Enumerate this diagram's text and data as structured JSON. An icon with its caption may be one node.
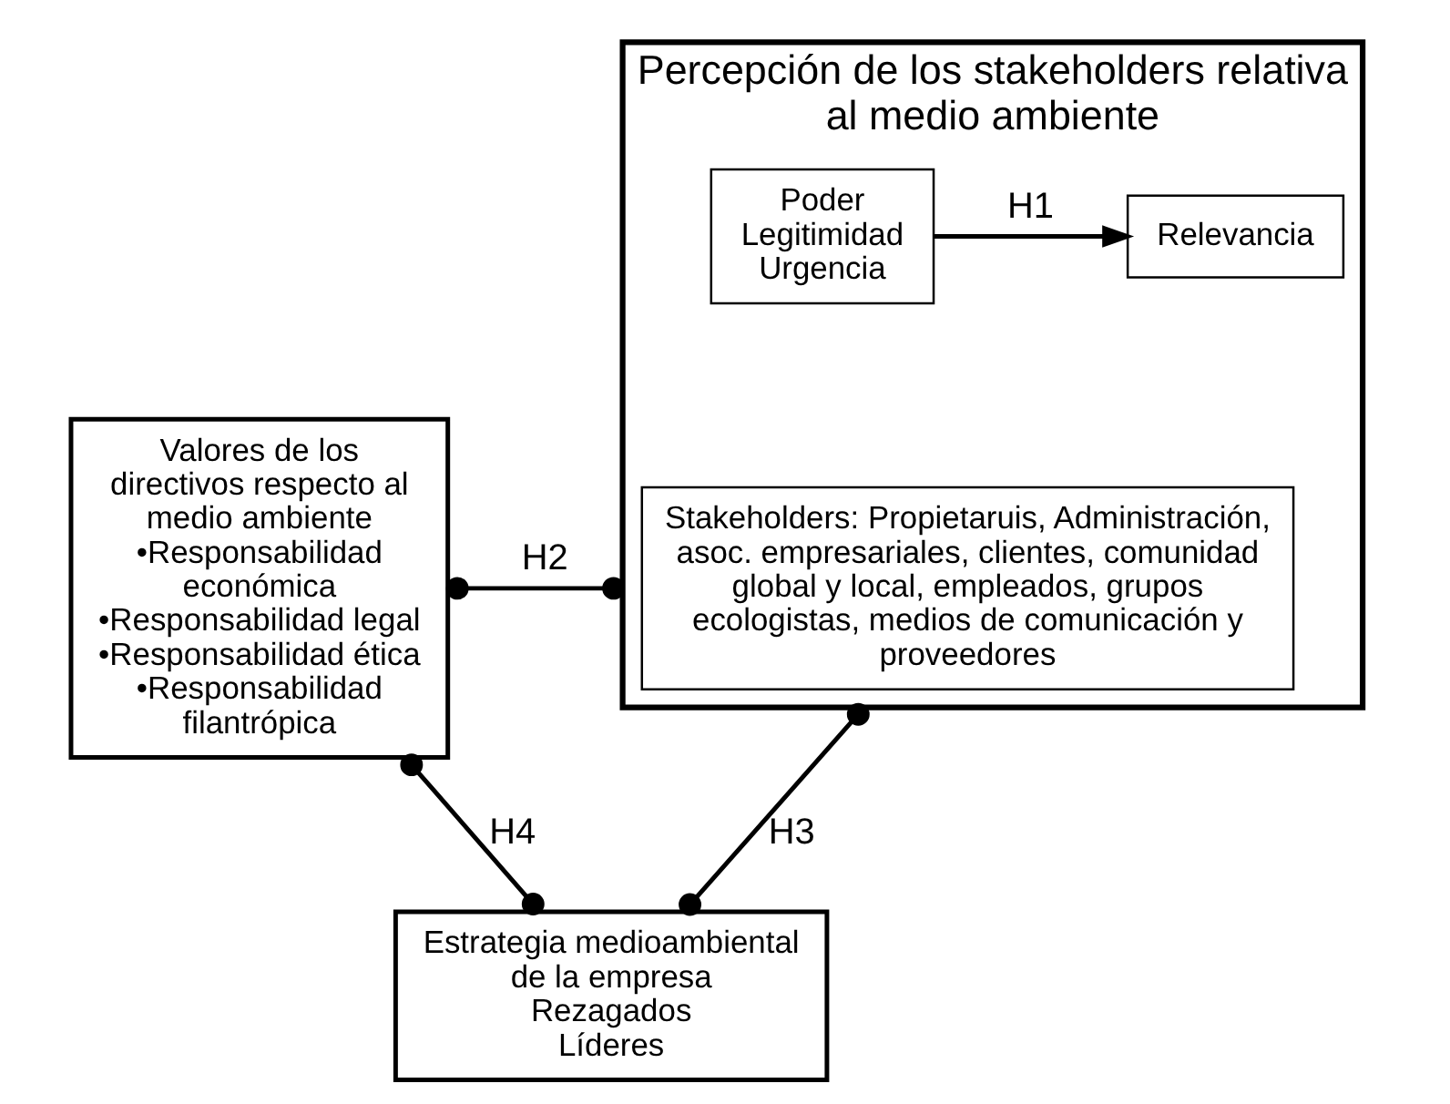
{
  "diagram": {
    "nodes": [
      {
        "text": [
          "Valores de los directivos respecto al medio ambiente",
          "•Responsabilidad económica",
          "•Responsabilidad legal",
          "•Responsabilidad ética",
          "•Responsabilidad filantrópica"
        ]
      },
      {
        "text": [
          "Percepción de los stakeholders relativa al medio ambiente"
        ]
      },
      {
        "text": [
          "Poder",
          "Legitimidad",
          "Urgencia"
        ],
        "in": 1
      },
      {
        "text": [
          "Relevancia"
        ],
        "in": 1
      },
      {
        "text": [
          "Stakeholders: Propietaruis, Administración, asoc. empresariales, clientes, comunidad global y local, empleados, grupos ecologistas, medios de comunicación y proveedores"
        ],
        "in": 1
      },
      {
        "text": [
          "Estrategia medioambiental de la empresa",
          "Rezagados",
          "Líderes"
        ]
      }
    ],
    "edges": [
      {
        "from": 0,
        "to": 1,
        "arrow": "other",
        "label": "H2"
      },
      {
        "from": 2,
        "to": 3,
        "arrow": "to",
        "label": "H1"
      },
      {
        "from": 1,
        "to": 5,
        "arrow": "other",
        "label": "H3"
      },
      {
        "from": 0,
        "to": 5,
        "arrow": "other",
        "label": "H4"
      }
    ]
  }
}
